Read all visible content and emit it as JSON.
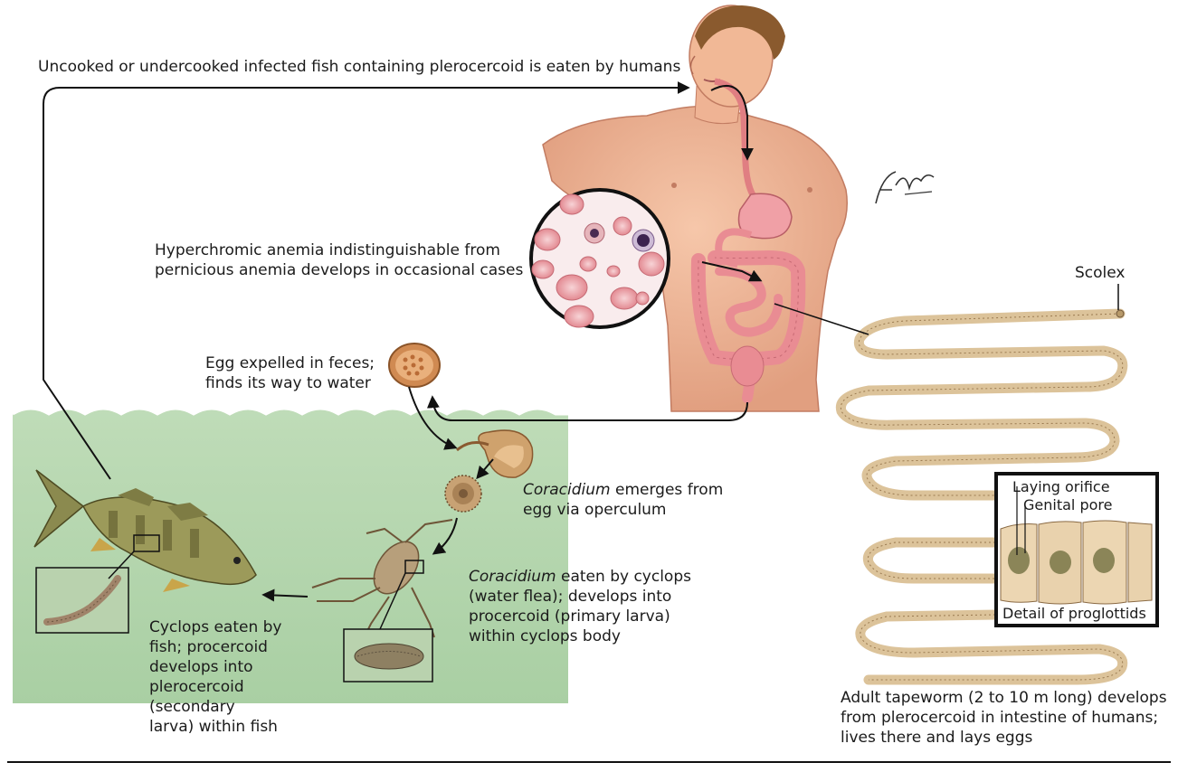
{
  "captions": {
    "ingestion": "Uncooked or undercooked infected fish containing plerocercoid is eaten by humans",
    "anemia_line1": "Hyperchromic anemia indistinguishable from",
    "anemia_line2": "pernicious anemia develops in occasional cases",
    "egg_line1": "Egg expelled in feces;",
    "egg_line2": "finds its way to water",
    "coracidium_emerges_italic": "Coracidium",
    "coracidium_emerges_rest": " emerges from",
    "coracidium_emerges_line2": "egg via operculum",
    "cyclops_italic": "Coracidium",
    "cyclops_rest": " eaten by cyclops",
    "cyclops_line2": "(water flea); develops into",
    "cyclops_line3": "procercoid (primary larva)",
    "cyclops_line4": "within cyclops body",
    "fish_line1": "Cyclops eaten by",
    "fish_line2": "fish; procercoid",
    "fish_line3": "develops into",
    "fish_line4": "plerocercoid",
    "fish_line5": "(secondary",
    "fish_line6": "larva) within fish",
    "scolex": "Scolex",
    "laying_orifice": "Laying orifice",
    "genital_pore": "Genital pore",
    "detail_proglottids": "Detail of proglottids",
    "adult_line1": "Adult tapeworm (2 to 10 m long) develops",
    "adult_line2": "from plerocercoid in intestine of humans;",
    "adult_line3": "lives there and lays eggs"
  },
  "signature": "F. Netter M.D.",
  "colors": {
    "water": "#b7d6b0",
    "skin": "#f2b99a",
    "intestine": "#e98c93",
    "tapeworm": "#dcc39a",
    "arrow": "#111111"
  }
}
